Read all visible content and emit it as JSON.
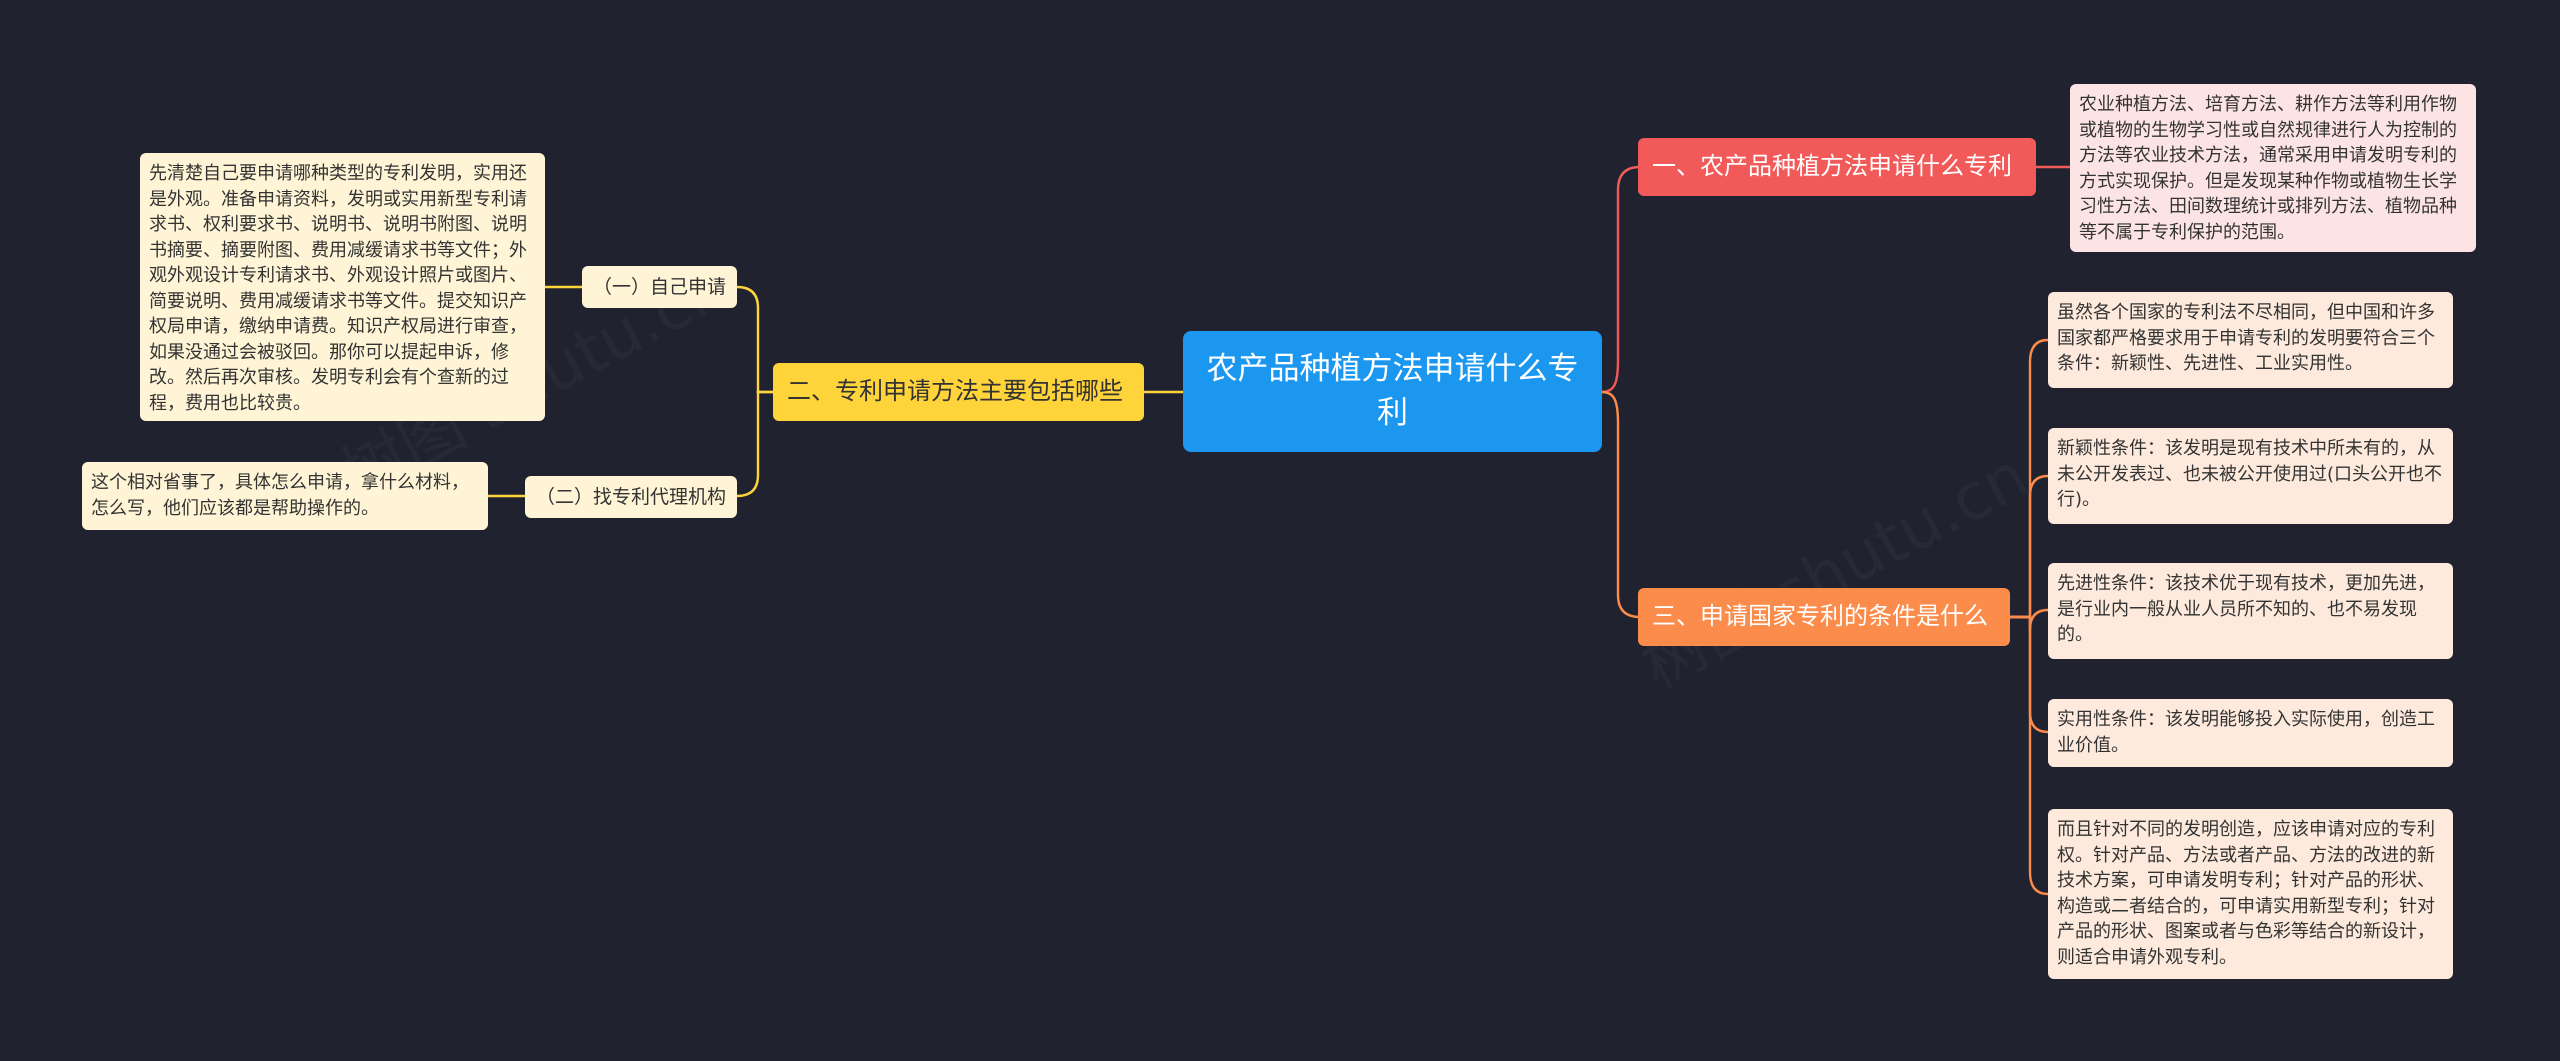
{
  "colors": {
    "background": "#20222f",
    "root": "#1b97f0",
    "branch_red": "#f25a5a",
    "branch_yellow": "#ffd43a",
    "branch_orange": "#fb8c4b",
    "line_red": "#f25a5a",
    "line_yellow": "#ffd43a",
    "line_orange": "#fb8c4b"
  },
  "root": {
    "title": "农产品种植方法申请什么专利"
  },
  "branches": [
    {
      "label": "一、农产品种植方法申请什么专利",
      "children": [
        {
          "text": "农业种植方法、培育方法、耕作方法等利用作物或植物的生物学习性或自然规律进行人为控制的方法等农业技术方法，通常采用申请发明专利的方式实现保护。但是发现某种作物或植物生长学习性方法、田间数理统计或排列方法、植物品种等不属于专利保护的范围。"
        }
      ]
    },
    {
      "label": "二、专利申请方法主要包括哪些",
      "children": [
        {
          "label": "（一）自己申请",
          "detail": "先清楚自己要申请哪种类型的专利发明，实用还是外观。准备申请资料，发明或实用新型专利请求书、权利要求书、说明书、说明书附图、说明书摘要、摘要附图、费用减缓请求书等文件；外观外观设计专利请求书、外观设计照片或图片、简要说明、费用减缓请求书等文件。提交知识产权局申请，缴纳申请费。知识产权局进行审查，如果没通过会被驳回。那你可以提起申诉，修改。然后再次审核。发明专利会有个查新的过程，费用也比较贵。"
        },
        {
          "label": "（二）找专利代理机构",
          "detail": "这个相对省事了，具体怎么申请，拿什么材料，怎么写，他们应该都是帮助操作的。"
        }
      ]
    },
    {
      "label": "三、申请国家专利的条件是什么",
      "children": [
        {
          "text": "虽然各个国家的专利法不尽相同，但中国和许多国家都严格要求用于申请专利的发明要符合三个条件：新颖性、先进性、工业实用性。"
        },
        {
          "text": "新颖性条件：该发明是现有技术中所未有的，从未公开发表过、也未被公开使用过(口头公开也不行)。"
        },
        {
          "text": "先进性条件：该技术优于现有技术，更加先进，是行业内一般从业人员所不知的、也不易发现的。"
        },
        {
          "text": "实用性条件：该发明能够投入实际使用，创造工业价值。"
        },
        {
          "text": "而且针对不同的发明创造，应该申请对应的专利权。针对产品、方法或者产品、方法的改进的新技术方案，可申请发明专利；针对产品的形状、构造或二者结合的，可申请实用新型专利；针对产品的形状、图案或者与色彩等结合的新设计，则适合申请外观专利。"
        }
      ]
    }
  ]
}
